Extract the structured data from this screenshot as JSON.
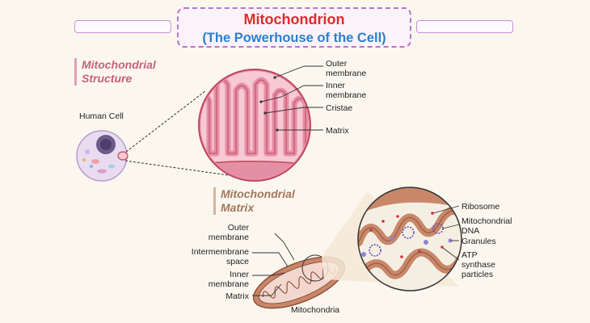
{
  "title": {
    "main": "Mitochondrion",
    "sub": "(The Powerhouse of the Cell)"
  },
  "sections": {
    "structure": [
      "Mitochondrial",
      "Structure"
    ],
    "matrix": [
      "Mitochondrial",
      "Matrix"
    ]
  },
  "labels": {
    "human_cell": "Human Cell",
    "outer_membrane_top": [
      "Outer",
      "membrane"
    ],
    "inner_membrane_top": [
      "Inner",
      "membrane"
    ],
    "cristae": "Cristae",
    "matrix_top": "Matrix",
    "outer_membrane_bottom": [
      "Outer",
      "membrane"
    ],
    "intermembrane_space": [
      "Intermembrane",
      "space"
    ],
    "inner_membrane_bottom": [
      "Inner",
      "membrane"
    ],
    "matrix_bottom": "Matrix",
    "mitochondria": "Mitochondria",
    "ribosome": "Ribosome",
    "mito_dna": [
      "Mitochondrial",
      "DNA"
    ],
    "granules": "Granules",
    "atp_synthase": [
      "ATP",
      "synthase",
      "particles"
    ]
  },
  "colors": {
    "title_red": "#e02a2a",
    "title_blue": "#2a7fd0",
    "structure_heading": "#c9607c",
    "matrix_heading": "#a3775b",
    "membrane_pink": "#e58fa5",
    "matrix_pink": "#f6c9d4",
    "outer_brown": "#b5785b"
  }
}
